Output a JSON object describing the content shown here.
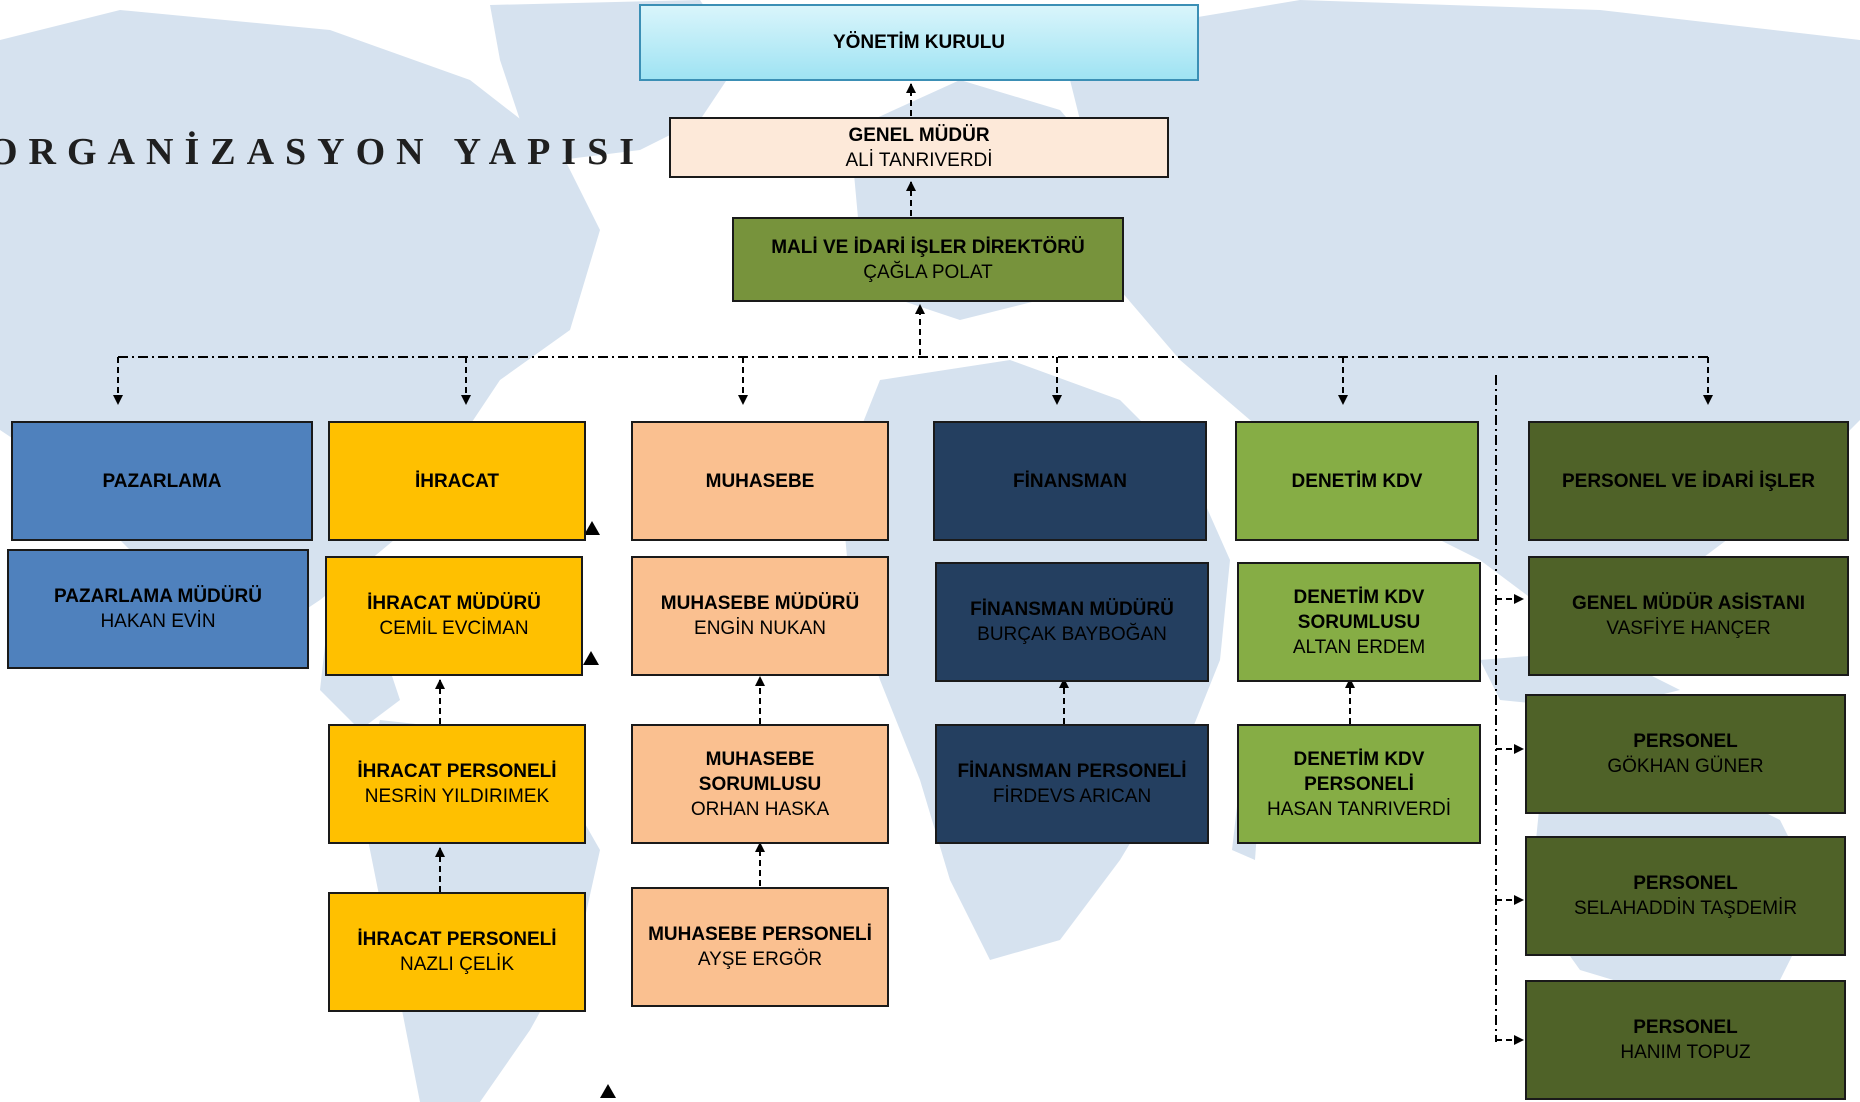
{
  "title": "ORGANİZASYON YAPISI",
  "colors": {
    "top": "#9fe3f3",
    "gm": "#fde9d9",
    "director": "#77933c",
    "pazarlama": "#4f81bd",
    "ihracat": "#ffc000",
    "muhasebe": "#fac090",
    "finansman": "#243f60",
    "denetim": "#86ad45",
    "personel": "#4f6228",
    "map": "#d6e2ef"
  },
  "chart": {
    "top": {
      "title": "YÖNETİM KURULU"
    },
    "gm": {
      "title": "GENEL MÜDÜR",
      "name": "ALİ TANRIVERDİ"
    },
    "director": {
      "title": "MALİ VE İDARİ İŞLER DİREKTÖRÜ",
      "name": "ÇAĞLA POLAT"
    },
    "pazarlama": {
      "head": "PAZARLAMA",
      "manager": {
        "title": "PAZARLAMA MÜDÜRÜ",
        "name": "HAKAN EVİN"
      }
    },
    "ihracat": {
      "head": "İHRACAT",
      "manager": {
        "title": "İHRACAT MÜDÜRÜ",
        "name": "CEMİL EVCİMAN"
      },
      "staff": [
        {
          "title": "İHRACAT PERSONELİ",
          "name": "NESRİN YILDIRIMEK"
        },
        {
          "title": "İHRACAT PERSONELİ",
          "name": "NAZLI ÇELİK"
        }
      ]
    },
    "muhasebe": {
      "head": "MUHASEBE",
      "manager": {
        "title": "MUHASEBE MÜDÜRÜ",
        "name": "ENGİN NUKAN"
      },
      "staff": [
        {
          "title": "MUHASEBE SORUMLUSU",
          "name": "ORHAN HASKA"
        },
        {
          "title": "MUHASEBE PERSONELİ",
          "name": "AYŞE ERGÖR"
        }
      ]
    },
    "finansman": {
      "head": "FİNANSMAN",
      "manager": {
        "title": "FİNANSMAN MÜDÜRÜ",
        "name": "BURÇAK BAYBOĞAN"
      },
      "staff": [
        {
          "title": "FİNANSMAN PERSONELİ",
          "name": "FİRDEVS ARICAN"
        }
      ]
    },
    "denetim": {
      "head": "DENETİM KDV",
      "manager": {
        "title": "DENETİM KDV SORUMLUSU",
        "name": "ALTAN ERDEM"
      },
      "staff": [
        {
          "title": "DENETİM KDV PERSONELİ",
          "name": "HASAN TANRIVERDİ"
        }
      ]
    },
    "personel": {
      "head": "PERSONEL VE İDARİ İŞLER",
      "staff": [
        {
          "title": "GENEL MÜDÜR ASİSTANI",
          "name": "VASFİYE HANÇER"
        },
        {
          "title": "PERSONEL",
          "name": "GÖKHAN GÜNER"
        },
        {
          "title": "PERSONEL",
          "name": "SELAHADDİN TAŞDEMİR"
        },
        {
          "title": "PERSONEL",
          "name": "HANIM TOPUZ"
        }
      ]
    }
  }
}
